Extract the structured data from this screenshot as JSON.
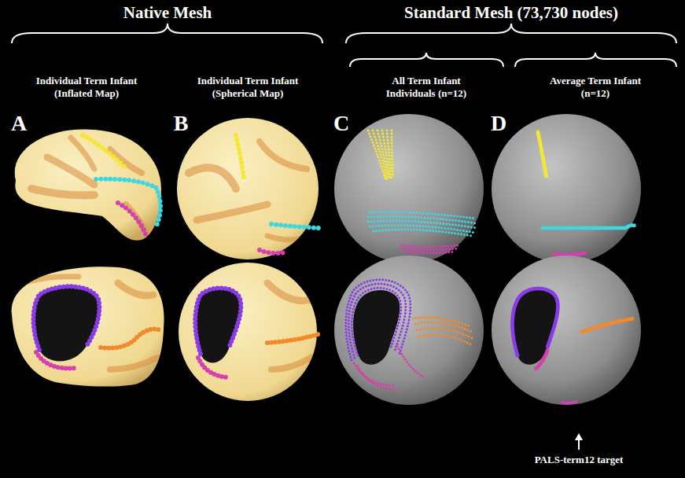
{
  "diagram": {
    "labels": [
      "Native Mesh",
      "Standard Mesh (73,730 nodes)",
      "Individual Term Infant (Inflated Map)",
      "Individual Term Infant (Spherical Map)",
      "All Term Infant Individuals (n=12)",
      "Average Term Infant (n=12)",
      "A",
      "B",
      "C",
      "D",
      "PALS-term12 target"
    ]
  }
}
